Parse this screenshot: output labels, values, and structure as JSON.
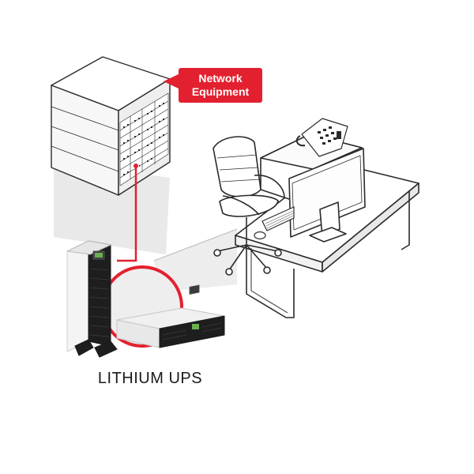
{
  "callout": {
    "line1": "Network",
    "line2": "Equipment"
  },
  "product": {
    "label": "LITHIUM UPS"
  },
  "colors": {
    "accent": "#e3202f",
    "outline": "#2b2b2b",
    "shadow": "#e4e4e4",
    "ups_body": "#1e1e1e"
  }
}
